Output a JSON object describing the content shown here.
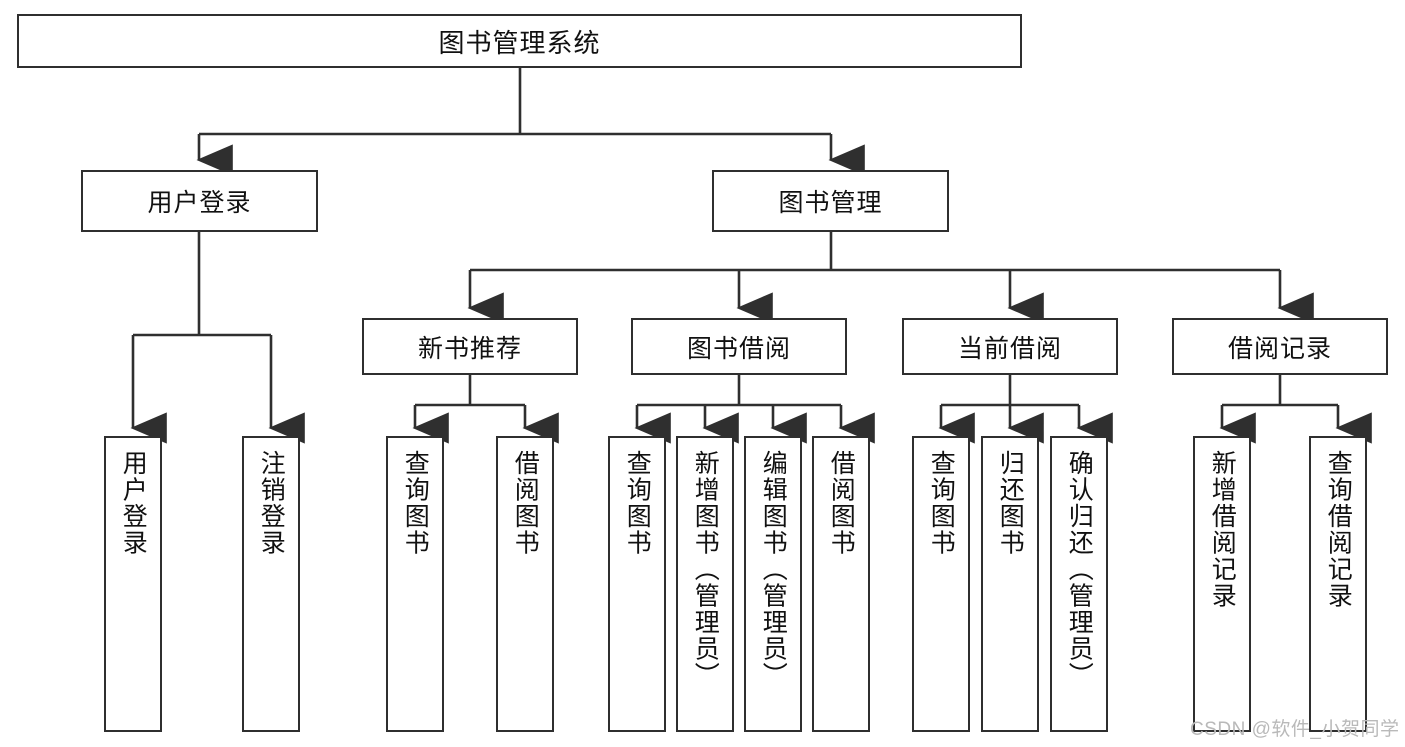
{
  "diagram": {
    "title": "图书管理系统",
    "watermark": "CSDN @软件_小贺同学",
    "levels": {
      "root": {
        "label": "图书管理系统"
      },
      "level2": [
        {
          "label": "用户登录"
        },
        {
          "label": "图书管理"
        }
      ],
      "level3": [
        {
          "label": "新书推荐"
        },
        {
          "label": "图书借阅"
        },
        {
          "label": "当前借阅"
        },
        {
          "label": "借阅记录"
        }
      ],
      "leaves": {
        "user_login": [
          {
            "label": "用户登录"
          },
          {
            "label": "注销登录"
          }
        ],
        "new_book_recommend": [
          {
            "label": "查询图书"
          },
          {
            "label": "借阅图书"
          }
        ],
        "book_borrow": [
          {
            "label": "查询图书"
          },
          {
            "label": "新增图书（管理员）"
          },
          {
            "label": "编辑图书（管理员）"
          },
          {
            "label": "借阅图书"
          }
        ],
        "current_borrow": [
          {
            "label": "查询图书"
          },
          {
            "label": "归还图书"
          },
          {
            "label": "确认归还（管理员）"
          }
        ],
        "borrow_record": [
          {
            "label": "新增借阅记录"
          },
          {
            "label": "查询借阅记录"
          }
        ]
      }
    },
    "colors": {
      "stroke": "#2f2f2f",
      "fill": "#ffffff",
      "text": "#111111",
      "watermark": "#b9b9b9"
    }
  }
}
